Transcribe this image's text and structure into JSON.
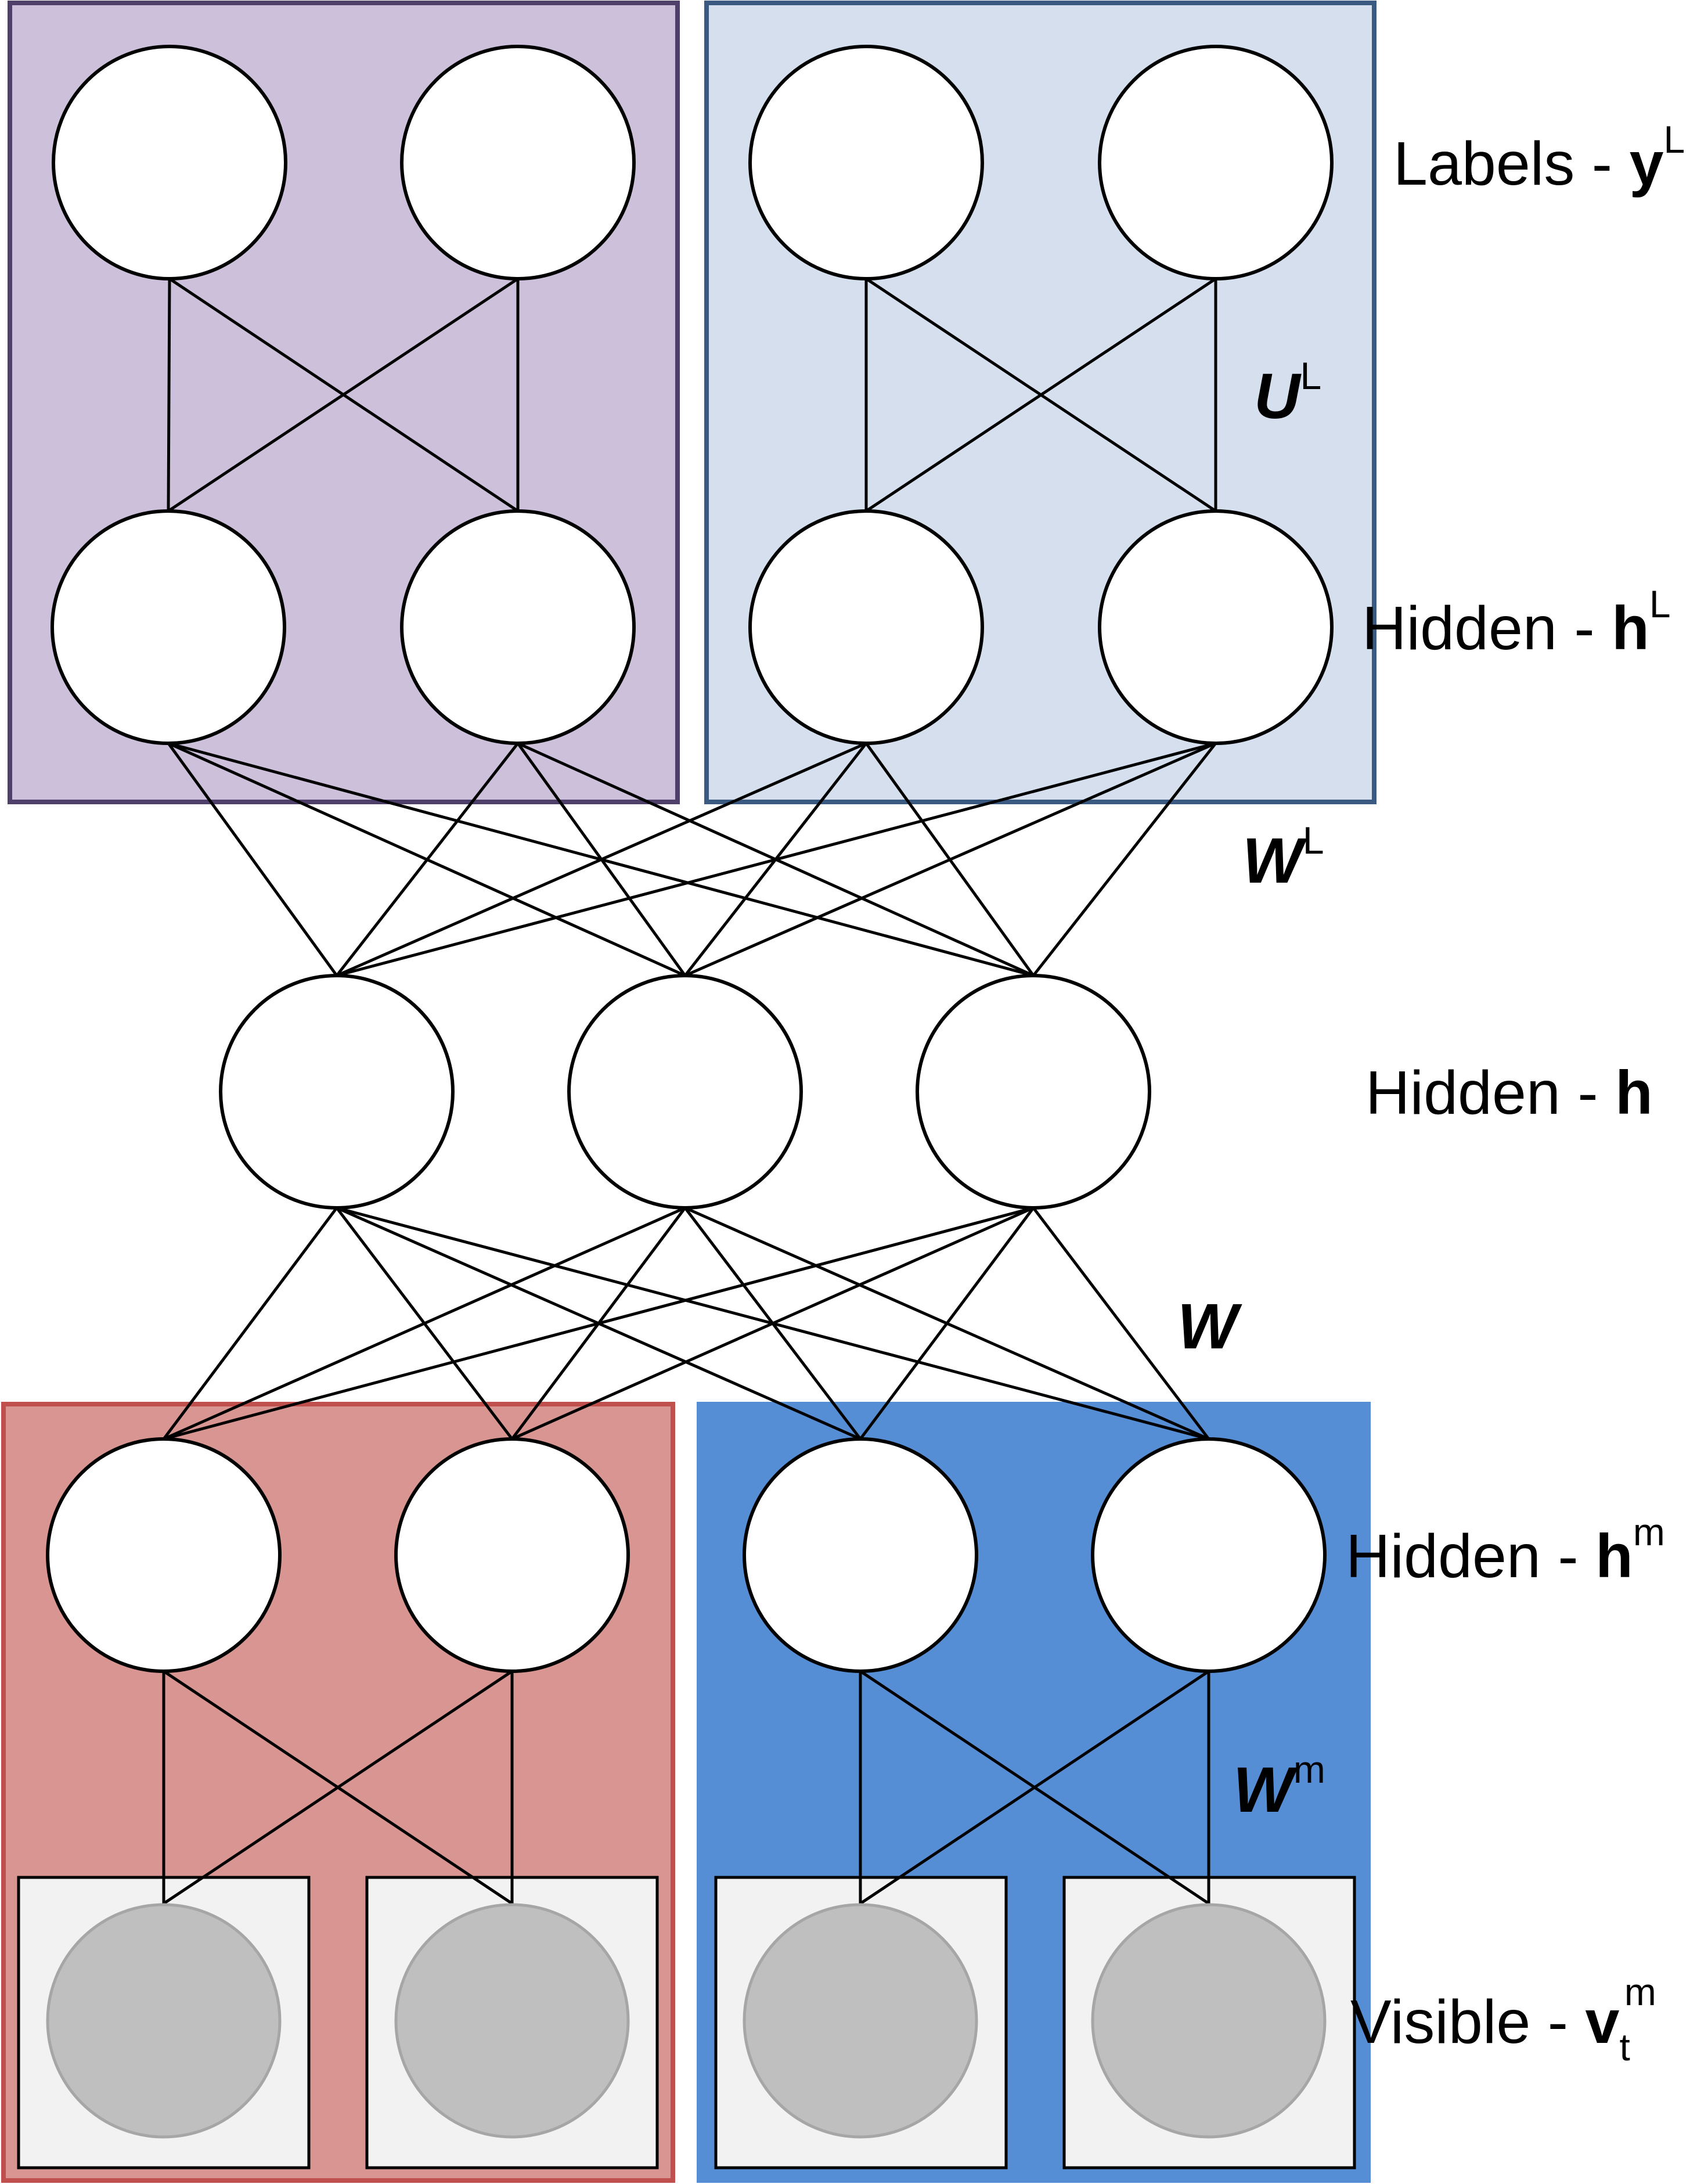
{
  "colors": {
    "top_left_panel_fill": "#ccc0da",
    "top_left_panel_stroke": "#4f3f6b",
    "top_right_panel_fill": "#d5dfed",
    "top_right_panel_stroke": "#3b5a82",
    "bottom_left_panel_fill": "#d99592",
    "bottom_left_panel_stroke": "#c0504d",
    "bottom_right_panel_fill": "#558ed5",
    "bottom_right_panel_stroke": "#558ed5",
    "visible_node_fill": "#bfbfbf"
  },
  "layers": {
    "labels": {
      "prefix": "Labels - ",
      "symbol": "y",
      "sup": "L"
    },
    "hidden_L": {
      "prefix": "Hidden - ",
      "symbol": "h",
      "sup": "L"
    },
    "hidden": {
      "prefix": "Hidden - ",
      "symbol": "h"
    },
    "hidden_m": {
      "prefix": "Hidden - ",
      "symbol": "h",
      "sup": "m"
    },
    "visible": {
      "prefix": "Visible - ",
      "symbol": "v",
      "sub": "t",
      "sup": "m"
    }
  },
  "weights": {
    "U_L": {
      "symbol": "U",
      "sup": "L"
    },
    "W_L": {
      "symbol": "W",
      "sup": "L"
    },
    "W": {
      "symbol": "W"
    },
    "W_m": {
      "symbol": "W",
      "sup": "m"
    }
  }
}
